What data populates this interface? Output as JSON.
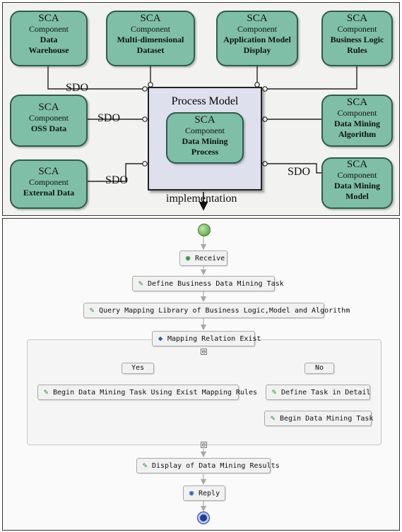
{
  "architecture": {
    "component_type": "SCA",
    "component_word": "Component",
    "components": {
      "data_warehouse": "Data Warehouse",
      "multidimensional_dataset": "Multi-dimensional Dataset",
      "application_model_display": "Application Model Display",
      "business_logic_rules": "Business Logic Rules",
      "oss_data": "OSS Data",
      "data_mining_algorithm": "Data Mining Algorithm",
      "external_data": "External Data",
      "data_mining_model": "Data Mining Model",
      "data_mining_process": "Data Mining Process"
    },
    "process_model_title": "Process Model",
    "sdo_label": "SDO",
    "implementation_label": "implementation"
  },
  "workflow": {
    "receive": "Receive",
    "define_task": "Define Business Data Mining Task",
    "query_mapping": "Query Mapping Library of Business Logic,Model and Algorithm",
    "mapping_exists": "Mapping Relation Exist",
    "branch_yes": "Yes",
    "branch_no": "No",
    "begin_existing": "Begin Data Mining Task Using Exist Mapping Rules",
    "define_detail": "Define Task in Detail",
    "begin_task": "Begin Data Mining Task",
    "display_results": "Display of Data Mining Results",
    "reply": "Reply",
    "collapse_symbol": "⊖"
  },
  "colors": {
    "component_fill": "#7fbfa8",
    "component_border": "#2e5c4a",
    "process_model_fill": "#dfe0ee",
    "connector_gray": "#b0b0b0"
  }
}
